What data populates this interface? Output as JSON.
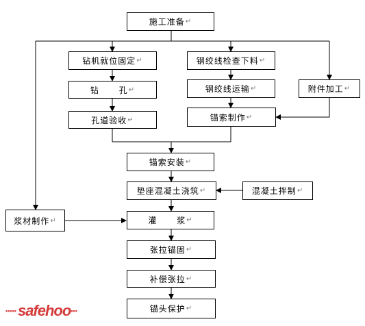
{
  "nodes": {
    "prep": "施工准备",
    "drill_fix": "钻机就位固定",
    "strand_inspect": "钢绞线检查下料",
    "drill": "钻      孔",
    "strand_transport": "钢绞线运输",
    "accessory": "附件加工",
    "hole_accept": "孔道验收",
    "anchor_make": "锚索制作",
    "anchor_install": "锚索安装",
    "pad_pour": "垫座混凝土浇筑",
    "concrete_mix": "混凝土拌制",
    "grout_make": "浆材制作",
    "grouting": "灌      浆",
    "tension_lock": "张拉锚固",
    "supplement_tension": "补偿张拉",
    "head_protect": "锚头保护"
  },
  "return_mark": "↵",
  "watermark": {
    "dots": "▪▪▪▪▪",
    "brand": "safehoo",
    "suffix": "▪▪▪"
  }
}
